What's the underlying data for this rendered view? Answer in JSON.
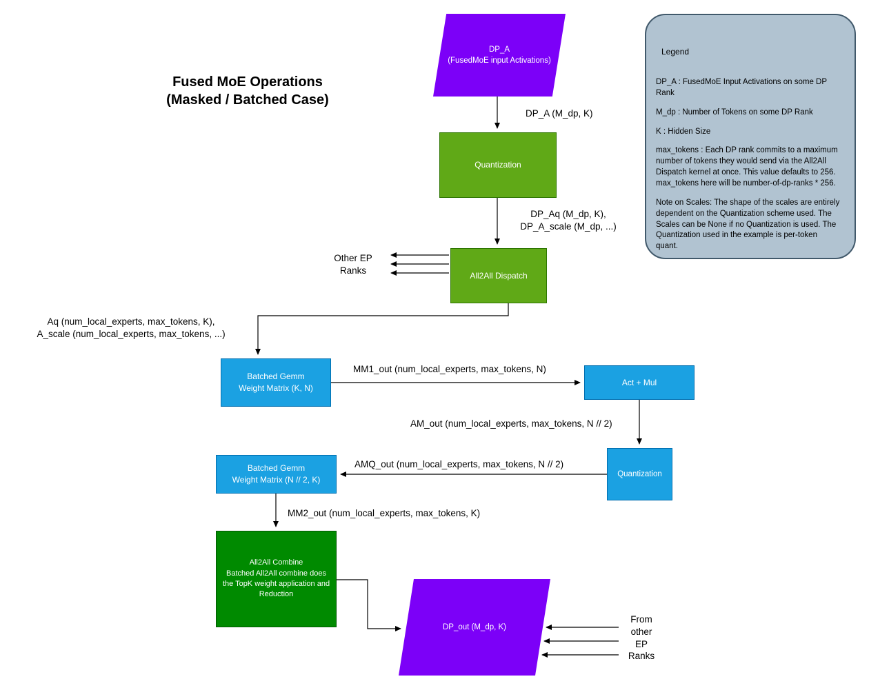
{
  "diagram": {
    "title": "Fused MoE Operations\n(Masked / Batched Case)"
  },
  "nodes": {
    "dp_a": {
      "label": "DP_A\n(FusedMoE input Activations)"
    },
    "quantization_1": {
      "label": "Quantization"
    },
    "all2all_dispatch": {
      "label": "All2All Dispatch"
    },
    "batched_gemm_1": {
      "label": "Batched Gemm\nWeight Matrix (K, N)"
    },
    "act_mul": {
      "label": "Act + Mul"
    },
    "quantization_2": {
      "label": "Quantization"
    },
    "batched_gemm_2": {
      "label": "Batched Gemm\nWeight Matrix (N // 2, K)"
    },
    "all2all_combine": {
      "label": "All2All Combine\nBatched All2All combine does\nthe TopK weight application and\nReduction"
    },
    "dp_out": {
      "label": "DP_out (M_dp, K)"
    }
  },
  "edge_labels": {
    "dp_a_out": "DP_A (M_dp, K)",
    "dp_aq_out": "DP_Aq (M_dp, K),\nDP_A_scale (M_dp, ...)",
    "other_ep_ranks": "Other EP\nRanks",
    "aq_out": "Aq (num_local_experts, max_tokens, K),\nA_scale (num_local_experts, max_tokens, ...)",
    "mm1_out": "MM1_out (num_local_experts, max_tokens, N)",
    "am_out": "AM_out (num_local_experts, max_tokens, N // 2)",
    "amq_out": "AMQ_out (num_local_experts, max_tokens, N // 2)",
    "mm2_out": "MM2_out (num_local_experts, max_tokens, K)",
    "from_other_ep_ranks": "From\nother\nEP\nRanks"
  },
  "legend": {
    "title": "Legend",
    "items": [
      "DP_A : FusedMoE Input Activations on some DP Rank",
      "M_dp : Number of Tokens on some DP Rank",
      "K : Hidden Size",
      "max_tokens : Each DP rank commits to a maximum number of tokens they would send via the All2All Dispatch kernel at once. This value defaults to 256. max_tokens here will be number-of-dp-ranks * 256.",
      "Note on Scales: The shape of the scales are entirely dependent on the Quantization scheme used. The Scales can be None if no Quantization is used. The Quantization used in the example is per-token quant."
    ]
  },
  "colors": {
    "purple_node": "#7C00F8",
    "green_node": "#60A917",
    "green_node_border": "#2D7600",
    "blue_node": "#1BA1E2",
    "blue_node_border": "#006EAF",
    "dark_green_node": "#008A00",
    "dark_green_node_border": "#005700",
    "legend_fill": "#B1C3D1",
    "legend_border": "#41596B",
    "arrow": "#000000"
  }
}
